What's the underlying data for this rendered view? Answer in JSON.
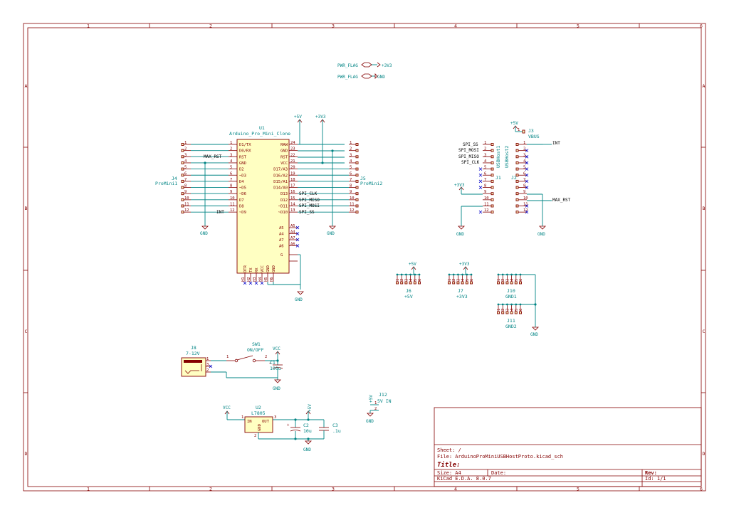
{
  "frame": {
    "columns": [
      "1",
      "2",
      "3",
      "4",
      "5",
      "6"
    ],
    "rows": [
      "A",
      "B",
      "C",
      "D"
    ]
  },
  "power_flags": [
    {
      "flag": "PWR_FLAG",
      "net": "+3V3"
    },
    {
      "flag": "PWR_FLAG",
      "net": "GND"
    }
  ],
  "u1": {
    "ref": "U1",
    "value": "Arduino_Pro_Mini_Clone",
    "left_pins": [
      {
        "num": "1",
        "name": "D1/TX"
      },
      {
        "num": "2",
        "name": "D0/RX"
      },
      {
        "num": "3",
        "name": "RST"
      },
      {
        "num": "4",
        "name": "GND"
      },
      {
        "num": "5",
        "name": "D2"
      },
      {
        "num": "6",
        "name": "~D3"
      },
      {
        "num": "7",
        "name": "D4"
      },
      {
        "num": "8",
        "name": "~D5"
      },
      {
        "num": "9",
        "name": "~D6"
      },
      {
        "num": "10",
        "name": "D7"
      },
      {
        "num": "11",
        "name": "D8"
      },
      {
        "num": "12",
        "name": "~D9"
      }
    ],
    "right_pins": [
      {
        "num": "24",
        "name": "RAW"
      },
      {
        "num": "23",
        "name": "GND"
      },
      {
        "num": "22",
        "name": "RST"
      },
      {
        "num": "21",
        "name": "VCC"
      },
      {
        "num": "20",
        "name": "D17/A3"
      },
      {
        "num": "19",
        "name": "D16/A2"
      },
      {
        "num": "18",
        "name": "D15/A1"
      },
      {
        "num": "17",
        "name": "D14/A0"
      },
      {
        "num": "16",
        "name": "D13"
      },
      {
        "num": "15",
        "name": "D12"
      },
      {
        "num": "14",
        "name": "~D11"
      },
      {
        "num": "13",
        "name": "~D10"
      }
    ],
    "analog_pins": [
      "A5",
      "A4",
      "A7",
      "A6"
    ],
    "g_pin": "G",
    "gnd_pin": "GND",
    "bottom_pins": [
      "DTR",
      "TX",
      "RX",
      "VCC",
      "GND",
      "GND"
    ],
    "bottom_nums": [
      "H1",
      "H2",
      "H3",
      "H4",
      "H5",
      "H6"
    ],
    "top_power": [
      "+5V",
      "+3V3"
    ]
  },
  "j4": {
    "ref": "J4",
    "value": "ProMini1",
    "pins": [
      "1",
      "2",
      "3",
      "4",
      "5",
      "6",
      "7",
      "8",
      "9",
      "10",
      "11",
      "12"
    ]
  },
  "j5": {
    "ref": "J5",
    "value": "ProMini2",
    "pins": [
      "1",
      "2",
      "3",
      "4",
      "5",
      "6",
      "7",
      "8",
      "9",
      "10",
      "11",
      "12"
    ]
  },
  "labels": {
    "max_rst": "MAX_RST",
    "int": "INT",
    "spi_clk": "SPI_CLK",
    "spi_miso": "SPI_MISO",
    "spi_mosi": "SPI_MOSI",
    "spi_ss": "SPI_SS"
  },
  "j1": {
    "ref": "J1",
    "value": "USBHost1",
    "pins": [
      "1",
      "2",
      "3",
      "4",
      "5",
      "6",
      "7",
      "8",
      "9",
      "10",
      "11",
      "12"
    ],
    "pin_labels": [
      "SPI_SS",
      "SPI_MOSI",
      "SPI_MISO",
      "SPI_CLK"
    ],
    "power": "+3V3"
  },
  "j2": {
    "ref": "J2",
    "value": "USBHost2",
    "pins": [
      "1",
      "2",
      "3",
      "4",
      "5",
      "6",
      "7",
      "8",
      "9",
      "10",
      "11",
      "12"
    ],
    "int_label": "INT",
    "rst_label": "MAX_RST"
  },
  "j3": {
    "ref": "J3",
    "value": "VBUS",
    "power": "+5V",
    "pin": "1"
  },
  "headers": [
    {
      "ref": "J6",
      "value": "+5V",
      "power": "+5V",
      "pins": [
        "1",
        "2",
        "3",
        "4",
        "5",
        "6"
      ]
    },
    {
      "ref": "J7",
      "value": "+3V3",
      "power": "+3V3",
      "pins": [
        "1",
        "2",
        "3",
        "4",
        "5",
        "6"
      ]
    },
    {
      "ref": "J10",
      "value": "GND1",
      "pins": [
        "1",
        "2",
        "3",
        "4",
        "5",
        "6"
      ]
    },
    {
      "ref": "J11",
      "value": "GND2",
      "pins": [
        "1",
        "2",
        "3",
        "4",
        "5",
        "6"
      ]
    }
  ],
  "gnd": "GND",
  "j8": {
    "ref": "J8",
    "value": "7-12V",
    "pins": [
      "1",
      "2",
      "3"
    ]
  },
  "sw1": {
    "ref": "SW1",
    "value": "ON/OFF",
    "pins": [
      "1",
      "2"
    ]
  },
  "vcc": "VCC",
  "c1": {
    "ref": "C1",
    "value": "100u"
  },
  "j12": {
    "ref": "J12",
    "value": "5V IN",
    "power": "+5V",
    "pins": [
      "1",
      "2"
    ]
  },
  "u2": {
    "ref": "U2",
    "value": "L7805",
    "in": "IN",
    "out": "OUT",
    "gnd": "GND",
    "pin_in": "1",
    "pin_out": "3",
    "pin_gnd": "2"
  },
  "c2": {
    "ref": "C2",
    "value": "10u"
  },
  "c3": {
    "ref": "C3",
    "value": ".1u"
  },
  "u2_power": "+5V",
  "titleblock": {
    "sheet": "Sheet: /",
    "file": "File: ArduinoProMiniUSBHostProto.kicad_sch",
    "title_label": "Title:",
    "size": "Size: A4",
    "date": "Date:",
    "rev": "Rev:",
    "tool": "KiCad E.D.A. 8.0.7",
    "id": "Id: 1/1"
  }
}
